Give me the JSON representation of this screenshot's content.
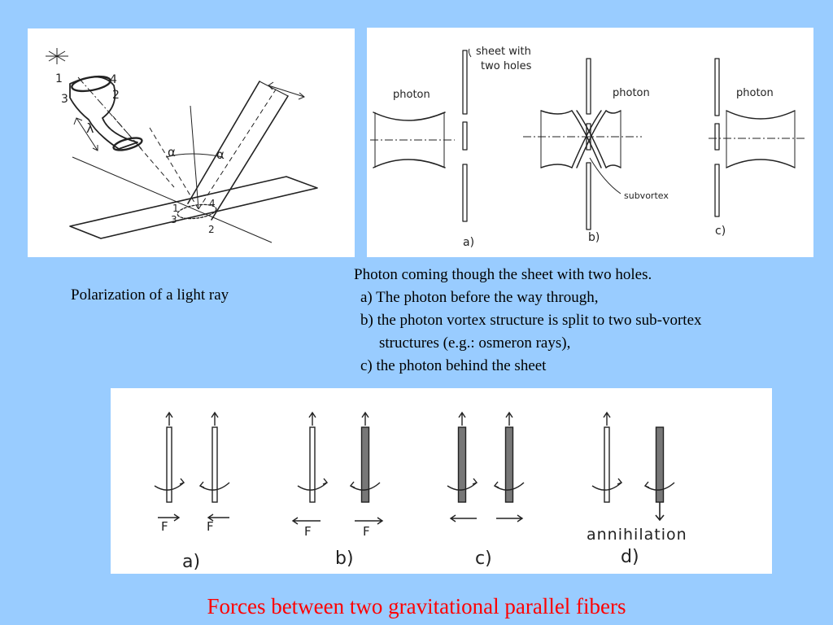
{
  "polarization_figure": {
    "corner_labels": [
      "1",
      "2",
      "3",
      "4"
    ],
    "strip_labels": [
      "1",
      "2",
      "3",
      "4"
    ],
    "length_label": "λ",
    "angle_labels": [
      "α",
      "α"
    ]
  },
  "photon_figure": {
    "sheet_label": "sheet with\ntwo holes",
    "photon_label": "photon",
    "subvortex_label": "subvortex",
    "panel_labels": [
      "a)",
      "b)",
      "c)"
    ]
  },
  "forces_figure": {
    "force_label": "F",
    "annihilation_label": "annihilation",
    "panel_labels": [
      "a)",
      "b)",
      "c)",
      "d)"
    ]
  },
  "captions": {
    "polarization": "Polarization of a light ray",
    "photon": {
      "title": "Photon coming though the sheet with two holes.",
      "a": "a) The photon before the way through,",
      "b1": "b) the photon vortex structure is split to two sub-vortex",
      "b2": "structures (e.g.: osmeron rays),",
      "c": "c) the photon behind the sheet"
    },
    "forces": "Forces between two gravitational parallel fibers"
  }
}
